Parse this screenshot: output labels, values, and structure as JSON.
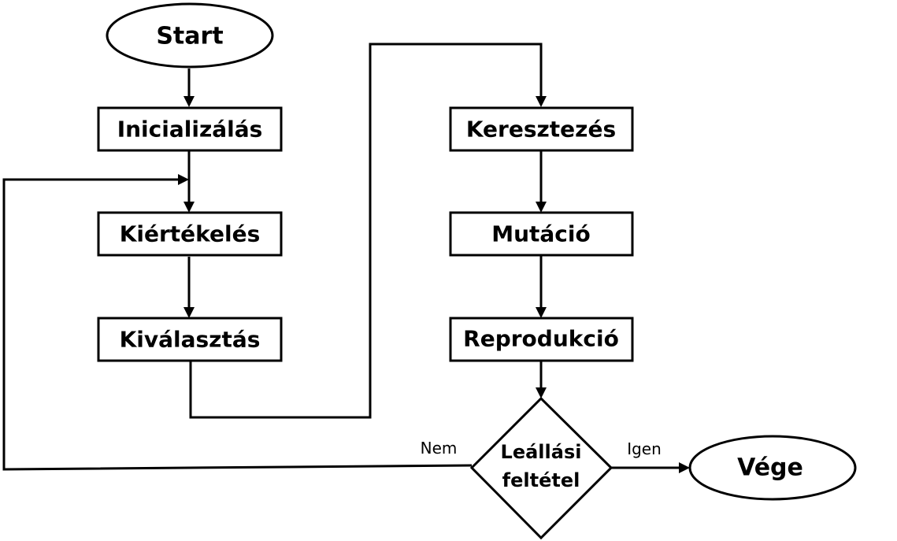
{
  "nodes": {
    "start": "Start",
    "init": "Inicializálás",
    "evaluate": "Kiértékelés",
    "select": "Kiválasztás",
    "crossover": "Keresztezés",
    "mutation": "Mutáció",
    "reproduction": "Reprodukció",
    "stop_line1": "Leállási",
    "stop_line2": "feltétel",
    "end": "Vége"
  },
  "edges": {
    "no": "Nem",
    "yes": "Igen"
  }
}
